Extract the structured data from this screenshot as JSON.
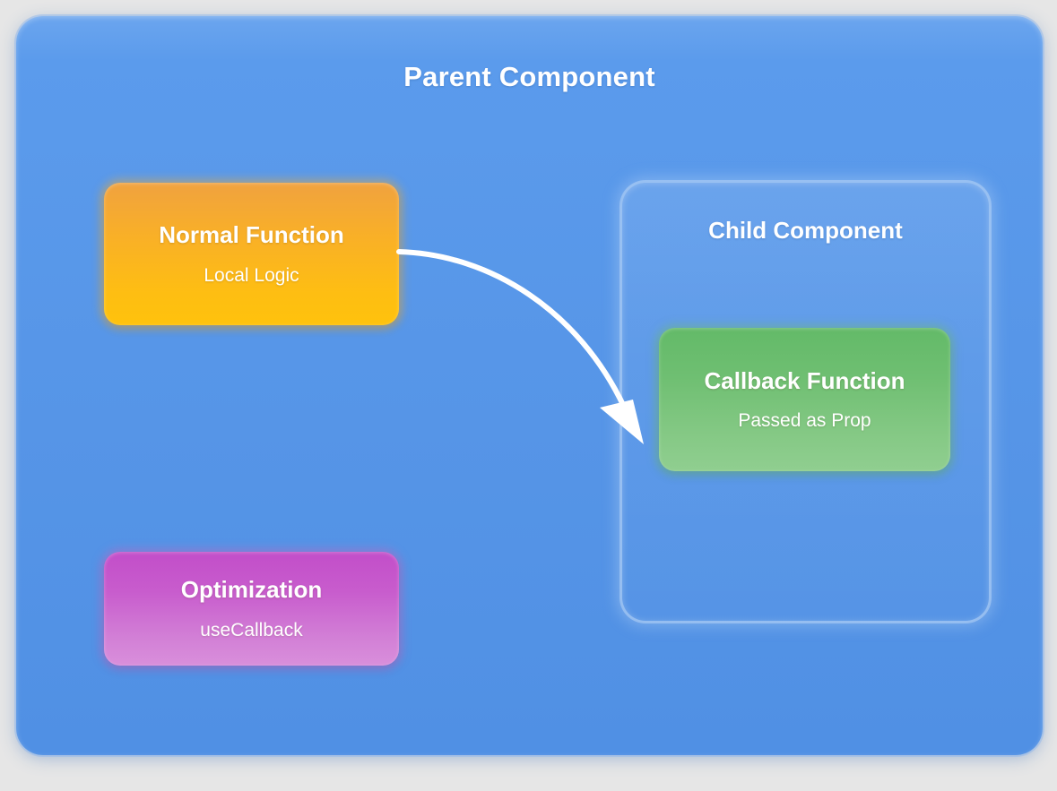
{
  "diagram": {
    "title": "Parent Component",
    "background_color": "#e6e6e6",
    "parent_color": "#5b9bec",
    "child_container": {
      "title": "Child Component",
      "color": "#6ba5ee"
    },
    "nodes": [
      {
        "id": "normal-function",
        "title": "Normal Function",
        "subtitle": "Local Logic",
        "color": "#febe12"
      },
      {
        "id": "callback-function",
        "title": "Callback Function",
        "subtitle": "Passed as Prop",
        "color": "#6fbf72"
      },
      {
        "id": "optimization",
        "title": "Optimization",
        "subtitle": "useCallback",
        "color": "#c85ccd"
      }
    ],
    "connections": [
      {
        "id": "normal-to-callback",
        "from": "normal-function",
        "to": "callback-function",
        "label": "",
        "color": "#ffffff",
        "style": "curved-arrow"
      }
    ]
  }
}
